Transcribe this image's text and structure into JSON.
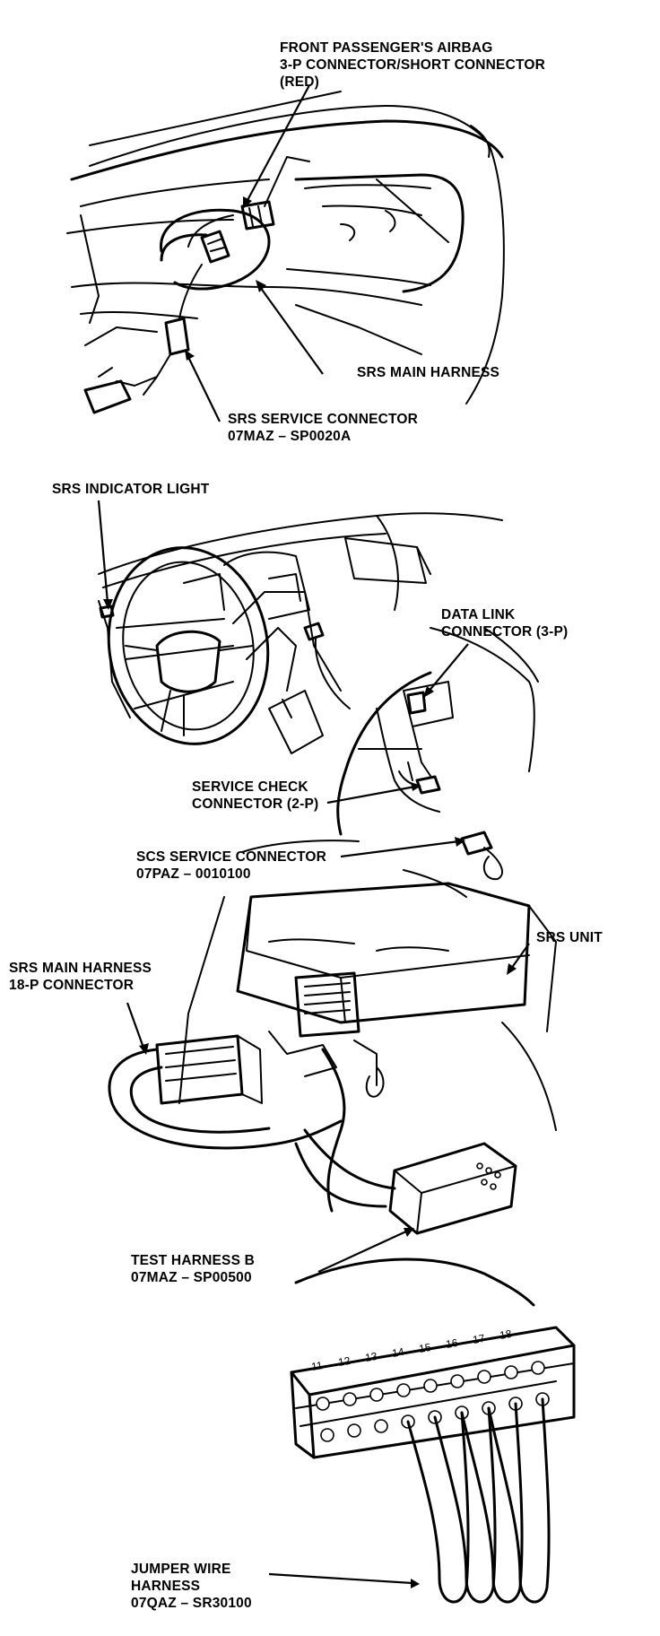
{
  "figures": {
    "airbag": {
      "passenger_connector_label": [
        "FRONT PASSENGER'S AIRBAG",
        "3-P CONNECTOR/SHORT CONNECTOR",
        "(RED)"
      ],
      "main_harness_label": "SRS MAIN HARNESS",
      "service_connector_label": [
        "SRS SERVICE CONNECTOR",
        "07MAZ – SP0020A"
      ]
    },
    "dashboard": {
      "indicator_label": "SRS INDICATOR LIGHT",
      "data_link_label": [
        "DATA LINK",
        "CONNECTOR (3-P)"
      ],
      "service_check_label": [
        "SERVICE CHECK",
        "CONNECTOR (2-P)"
      ],
      "scs_label": [
        "SCS SERVICE CONNECTOR",
        "07PAZ – 0010100"
      ]
    },
    "srs_unit": {
      "unit_label": "SRS UNIT",
      "main_harness_label": [
        "SRS MAIN HARNESS",
        "18-P CONNECTOR"
      ],
      "test_harness_label": [
        "TEST HARNESS B",
        "07MAZ – SP00500"
      ],
      "jumper_label": [
        "JUMPER WIRE",
        "HARNESS",
        "07QAZ – SR30100"
      ],
      "pin_numbers": [
        "11",
        "12",
        "13",
        "14",
        "15",
        "16",
        "17",
        "18"
      ]
    }
  }
}
